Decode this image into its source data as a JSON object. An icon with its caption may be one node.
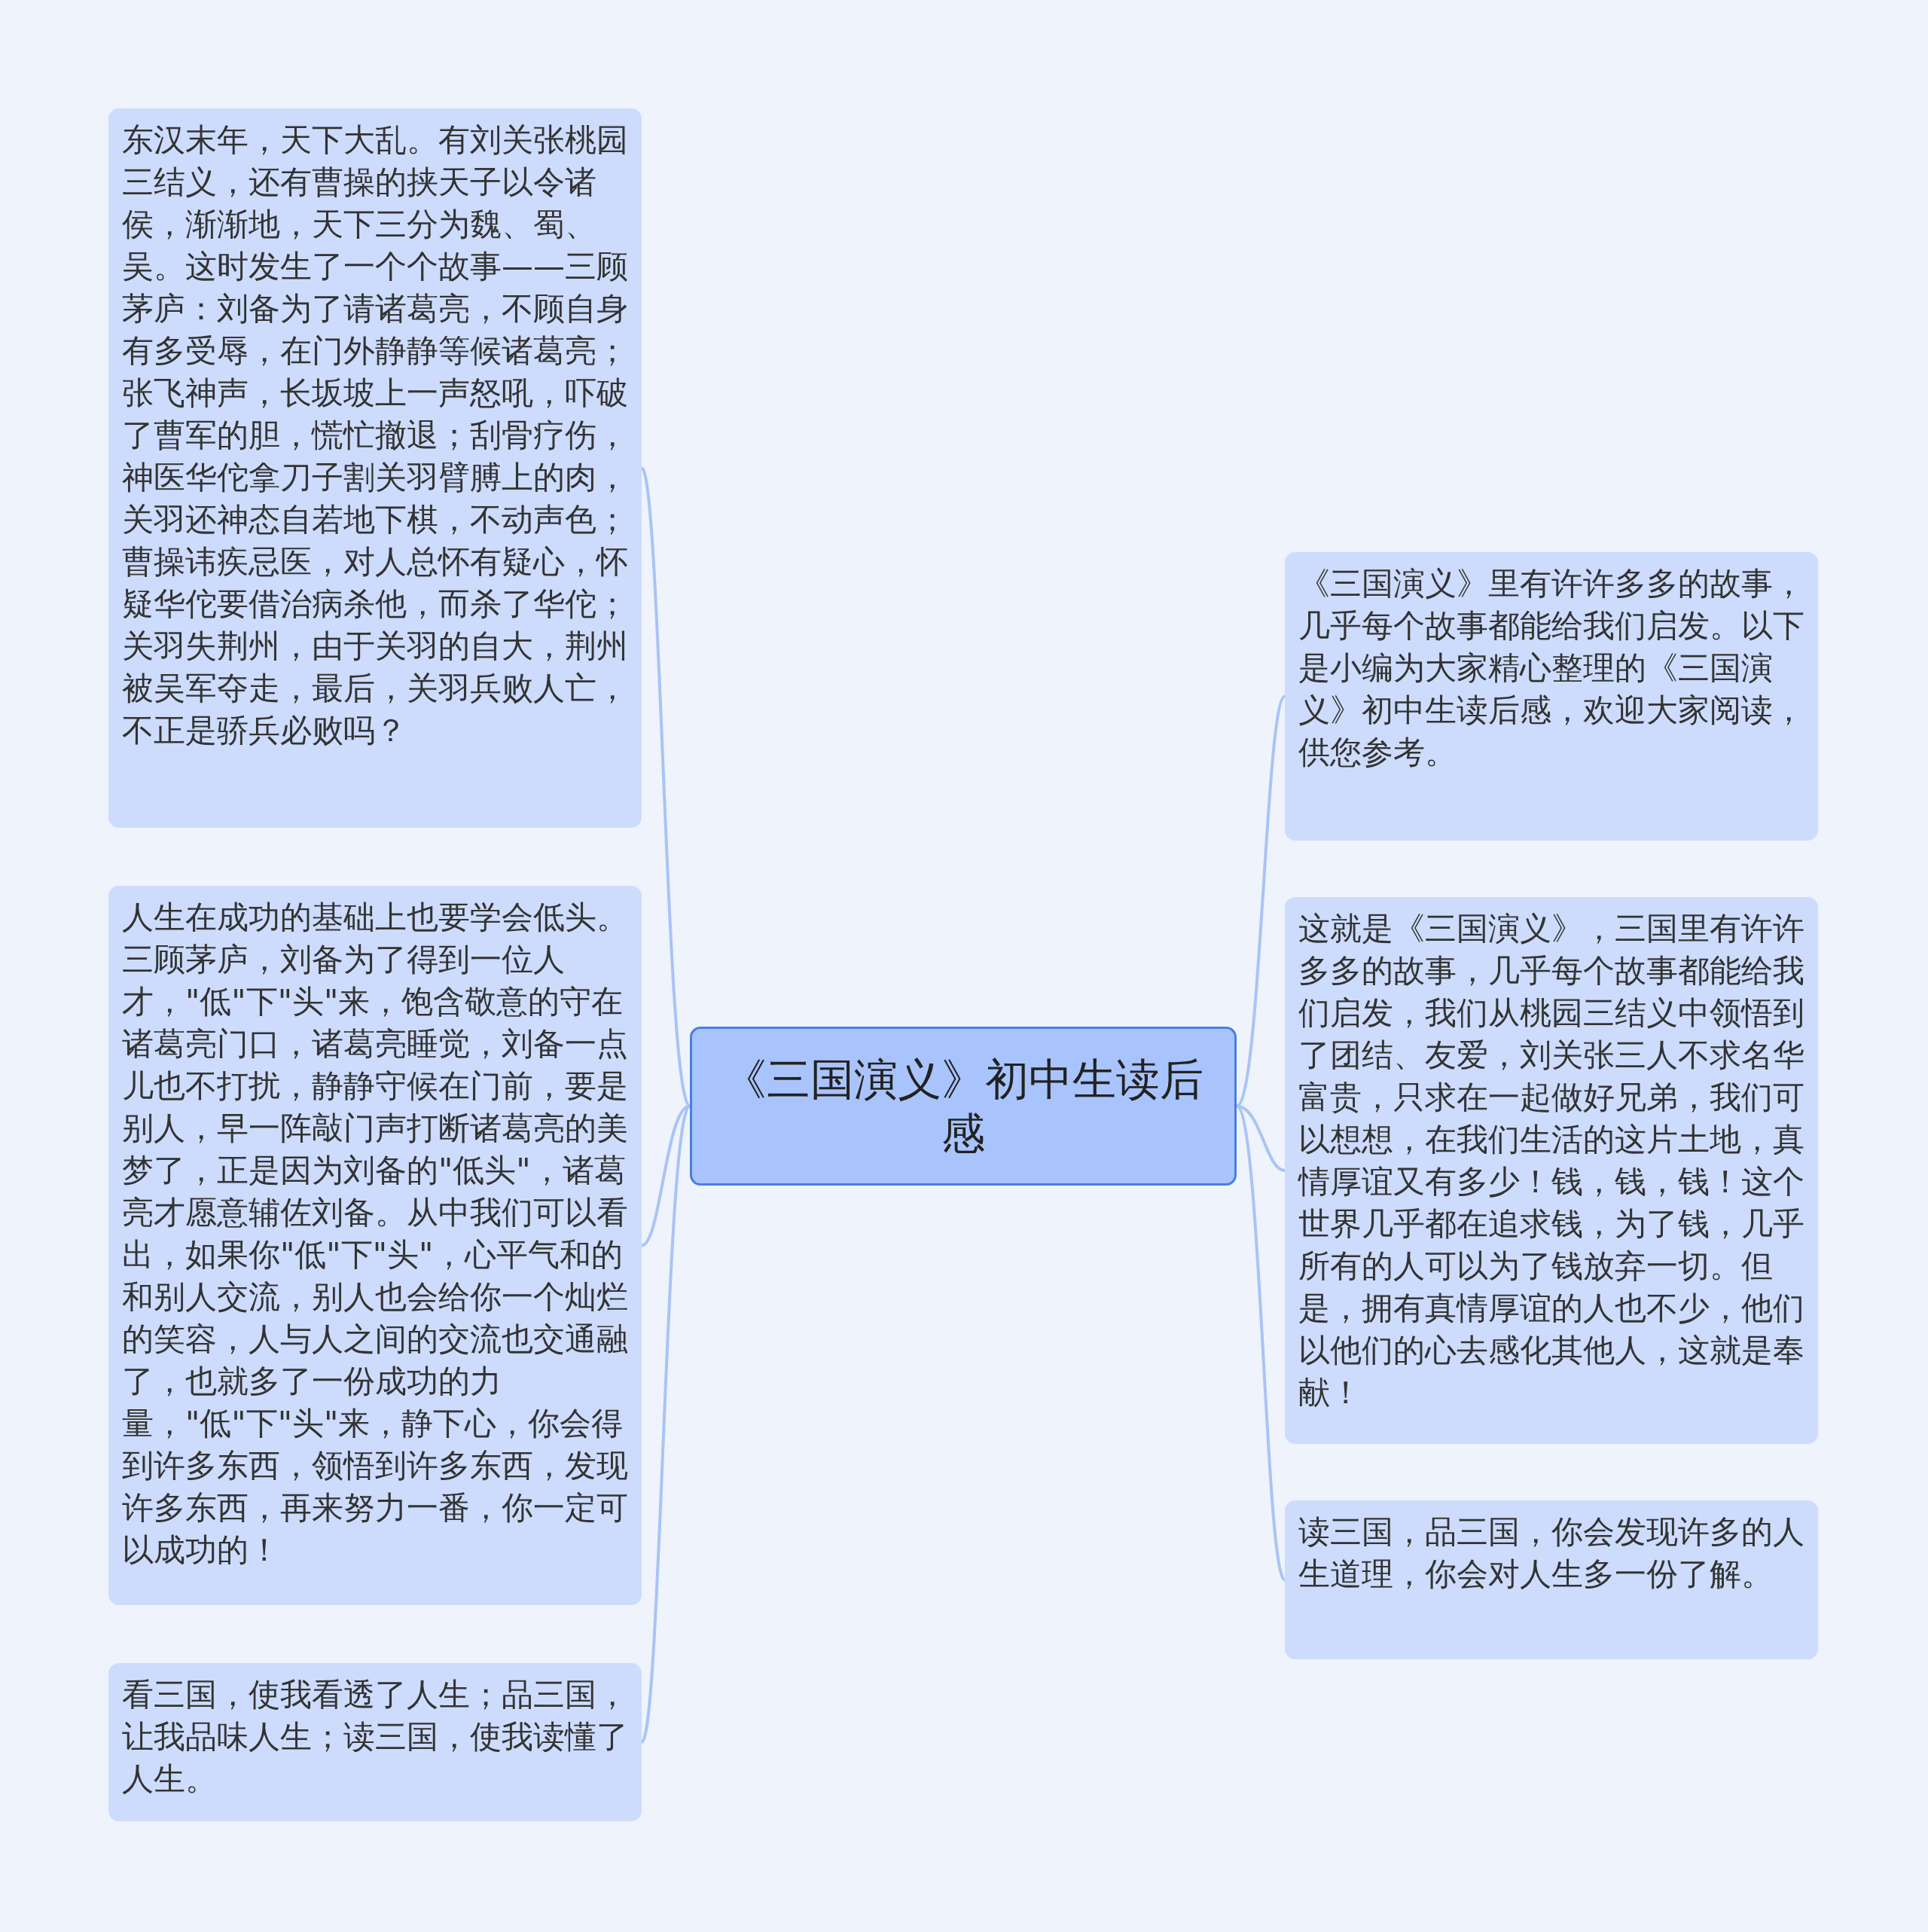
{
  "diagram": {
    "nodes": [
      {
        "text": [
          "《三国演义》初中生读后感"
        ]
      },
      {
        "text": [
          "东汉末年，天下大乱。有刘关张桃园三结义，还有曹操的挟天子以令诸侯，渐渐地，天下三分为魏、蜀、吴。这时发生了一个个故事——三顾茅庐：刘备为了请诸葛亮，不顾自身有多受辱，在门外静静等候诸葛亮；张飞神声，长坂坡上一声怒吼，吓破了曹军的胆，慌忙撤退；刮骨疗伤，神医华佗拿刀子割关羽臂膊上的肉，关羽还神态自若地下棋，不动声色；曹操讳疾忌医，对人总怀有疑心，怀疑华佗要借治病杀他，而杀了华佗；关羽失荆州，由于关羽的自大，荆州被吴军夺走，最后，关羽兵败人亡，不正是骄兵必败吗？"
        ]
      },
      {
        "text": [
          "人生在成功的基础上也要学会低头。三顾茅庐，刘备为了得到一位人才，\"低\"下\"头\"来，饱含敬意的守在诸葛亮门口，诸葛亮睡觉，刘备一点儿也不打扰，静静守候在门前，要是别人，早一阵敲门声打断诸葛亮的美梦了，正是因为刘备的\"低头\"，诸葛亮才愿意辅佐刘备。从中我们可以看出，如果你\"低\"下\"头\"，心平气和的和别人交流，别人也会给你一个灿烂的笑容，人与人之间的交流也交通融了，也就多了一份成功的力量，\"低\"下\"头\"来，静下心，你会得到许多东西，领悟到许多东西，发现许多东西，再来努力一番，你一定可以成功的！"
        ]
      },
      {
        "text": [
          "看三国，使我看透了人生；品三国，让我品味人生；读三国，使我读懂了人生。"
        ]
      },
      {
        "text": [
          "《三国演义》里有许许多多的故事，几乎每个故事都能给我们启发。以下是小编为大家精心整理的《三国演义》初中生读后感，欢迎大家阅读，供您参考。"
        ]
      },
      {
        "text": [
          "这就是《三国演义》，三国里有许许多多的故事，几乎每个故事都能给我们启发，我们从桃园三结义中领悟到了团结、友爱，刘关张三人不求名华富贵，只求在一起做好兄弟，我们可以想想，在我们生活的这片土地，真情厚谊又有多少！钱，钱，钱！这个世界几乎都在追求钱，为了钱，几乎所有的人可以为了钱放弃一切。但是，拥有真情厚谊的人也不少，他们以他们的心去感化其他人，这就是奉献！"
        ]
      },
      {
        "text": [
          "读三国，品三国，你会发现许多的人生道理，你会对人生多一份了解。"
        ]
      }
    ],
    "edges": [
      {
        "from": 0,
        "to": 1,
        "arrow": "none"
      },
      {
        "from": 0,
        "to": 2,
        "arrow": "none"
      },
      {
        "from": 0,
        "to": 3,
        "arrow": "none"
      },
      {
        "from": 0,
        "to": 4,
        "arrow": "none"
      },
      {
        "from": 0,
        "to": 5,
        "arrow": "none"
      },
      {
        "from": 0,
        "to": 6,
        "arrow": "none"
      }
    ]
  }
}
